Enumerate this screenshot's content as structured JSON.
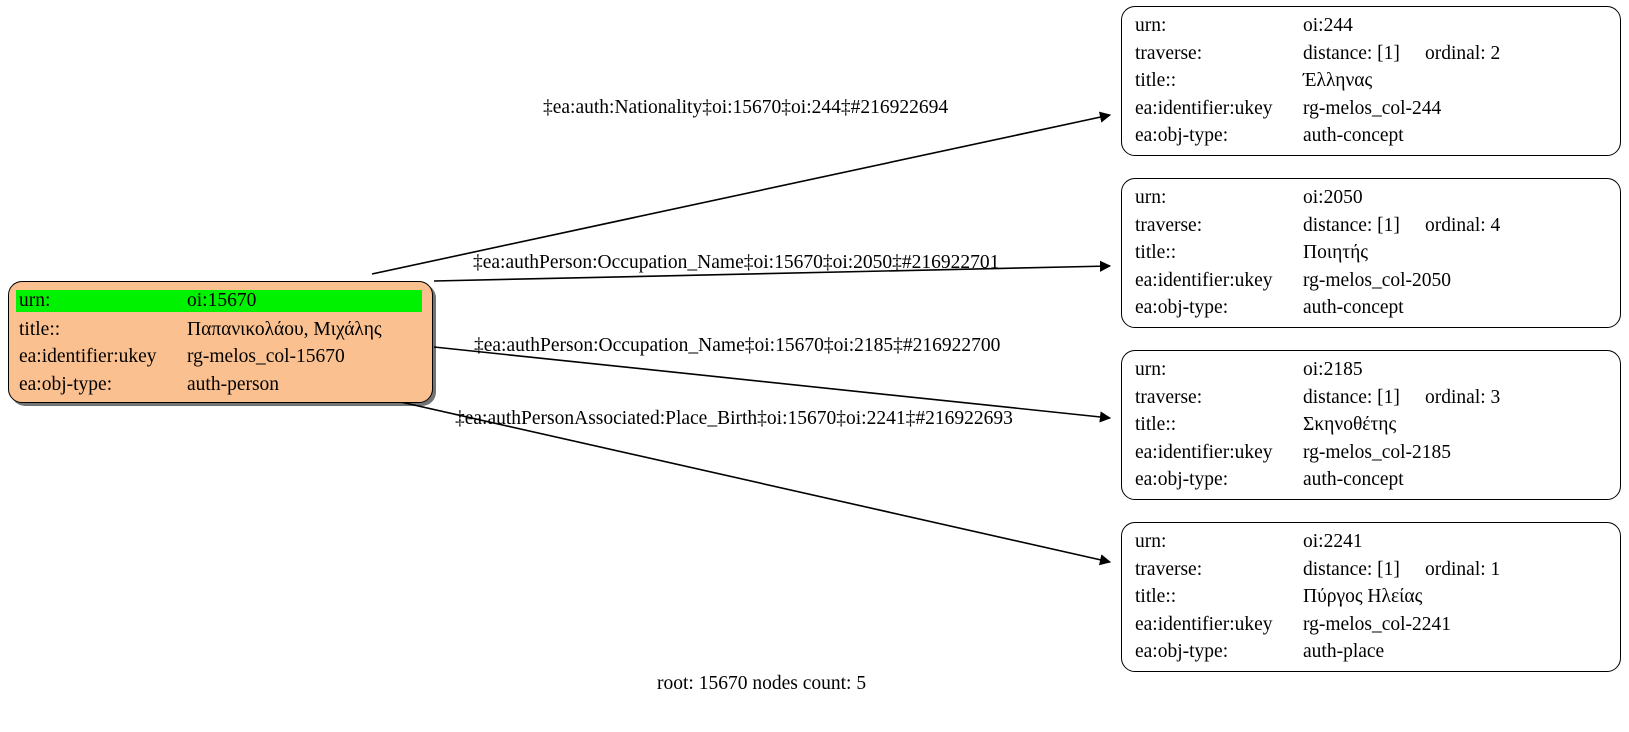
{
  "graph": {
    "caption": "root: 15670 nodes count: 5",
    "root_node": {
      "fields": [
        {
          "key": "urn:",
          "value": "oi:15670",
          "highlight": true
        },
        {
          "key": "title::",
          "value": "Παπανικολάου, Μιχάλης",
          "highlight": false
        },
        {
          "key": "ea:identifier:ukey",
          "value": "rg-melos_col-15670",
          "highlight": false
        },
        {
          "key": "ea:obj-type:",
          "value": "auth-person",
          "highlight": false
        }
      ],
      "colors": {
        "fill": "#fac090",
        "highlight": "#00f200",
        "border": "#000000"
      }
    },
    "nodes": [
      {
        "urn_key": "urn:",
        "urn_value": "oi:244",
        "traverse_key": "traverse:",
        "traverse_distance": "distance: [1]",
        "traverse_ordinal": "ordinal: 2",
        "title_key": "title::",
        "title_value": "Έλληνας",
        "ukey_key": "ea:identifier:ukey",
        "ukey_value": "rg-melos_col-244",
        "objtype_key": "ea:obj-type:",
        "objtype_value": "auth-concept"
      },
      {
        "urn_key": "urn:",
        "urn_value": "oi:2050",
        "traverse_key": "traverse:",
        "traverse_distance": "distance: [1]",
        "traverse_ordinal": "ordinal: 4",
        "title_key": "title::",
        "title_value": "Ποιητής",
        "ukey_key": "ea:identifier:ukey",
        "ukey_value": "rg-melos_col-2050",
        "objtype_key": "ea:obj-type:",
        "objtype_value": "auth-concept"
      },
      {
        "urn_key": "urn:",
        "urn_value": "oi:2185",
        "traverse_key": "traverse:",
        "traverse_distance": "distance: [1]",
        "traverse_ordinal": "ordinal: 3",
        "title_key": "title::",
        "title_value": "Σκηνοθέτης",
        "ukey_key": "ea:identifier:ukey",
        "ukey_value": "rg-melos_col-2185",
        "objtype_key": "ea:obj-type:",
        "objtype_value": "auth-concept"
      },
      {
        "urn_key": "urn:",
        "urn_value": "oi:2241",
        "traverse_key": "traverse:",
        "traverse_distance": "distance: [1]",
        "traverse_ordinal": "ordinal: 1",
        "title_key": "title::",
        "title_value": "Πύργος Ηλείας",
        "ukey_key": "ea:identifier:ukey",
        "ukey_value": "rg-melos_col-2241",
        "objtype_key": "ea:obj-type:",
        "objtype_value": "auth-place"
      }
    ],
    "edges": [
      {
        "label": "‡ea:auth:Nationality‡oi:15670‡oi:244‡#216922694"
      },
      {
        "label": "‡ea:authPerson:Occupation_Name‡oi:15670‡oi:2050‡#216922701"
      },
      {
        "label": "‡ea:authPerson:Occupation_Name‡oi:15670‡oi:2185‡#216922700"
      },
      {
        "label": "‡ea:authPersonAssociated:Place_Birth‡oi:15670‡oi:2241‡#216922693"
      }
    ]
  }
}
